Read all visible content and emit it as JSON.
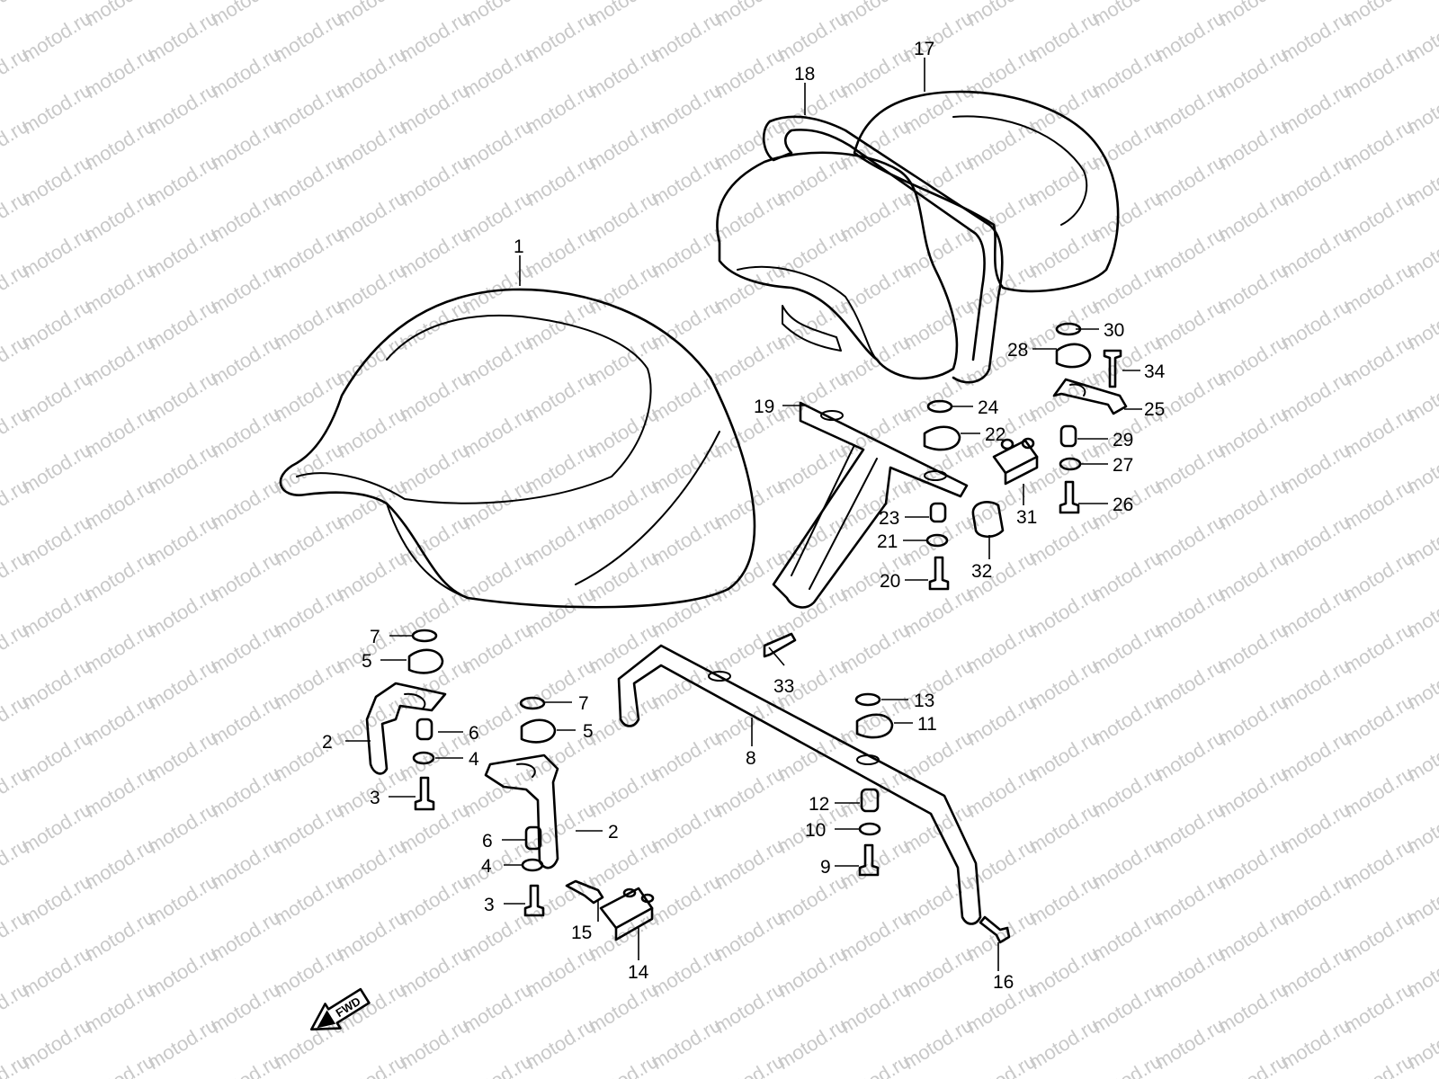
{
  "watermark": "motod.ru",
  "fwd_label": "FWD",
  "callouts": [
    "1",
    "2",
    "2",
    "3",
    "3",
    "4",
    "4",
    "5",
    "5",
    "6",
    "6",
    "7",
    "7",
    "8",
    "9",
    "10",
    "11",
    "12",
    "13",
    "14",
    "15",
    "16",
    "17",
    "18",
    "19",
    "20",
    "21",
    "22",
    "23",
    "24",
    "25",
    "26",
    "27",
    "28",
    "29",
    "30",
    "31",
    "32",
    "33",
    "34"
  ],
  "colors": {
    "line": "#000000",
    "watermark": "#c9c9c9",
    "background": "#ffffff"
  }
}
